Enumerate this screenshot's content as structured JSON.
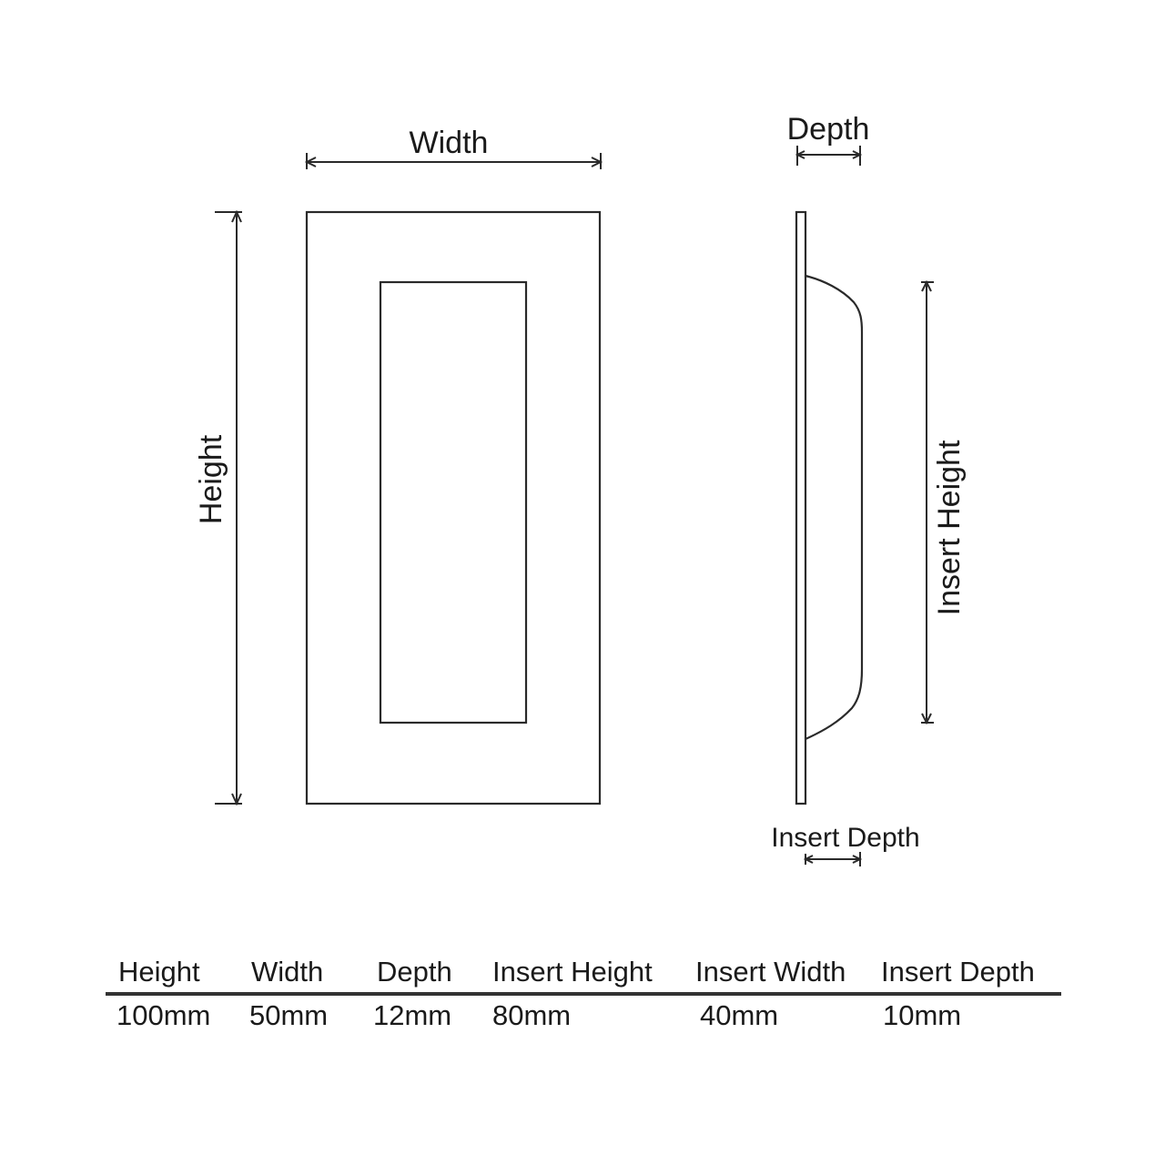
{
  "labels": {
    "width": "Width",
    "height": "Height",
    "depth": "Depth",
    "insert_height": "Insert Height",
    "insert_depth": "Insert Depth"
  },
  "spec_table": {
    "headers": [
      "Height",
      "Width",
      "Depth",
      "Insert Height",
      "Insert Width",
      "Insert Depth"
    ],
    "values": [
      "100mm",
      "50mm",
      "12mm",
      "80mm",
      "40mm",
      "10mm"
    ]
  }
}
